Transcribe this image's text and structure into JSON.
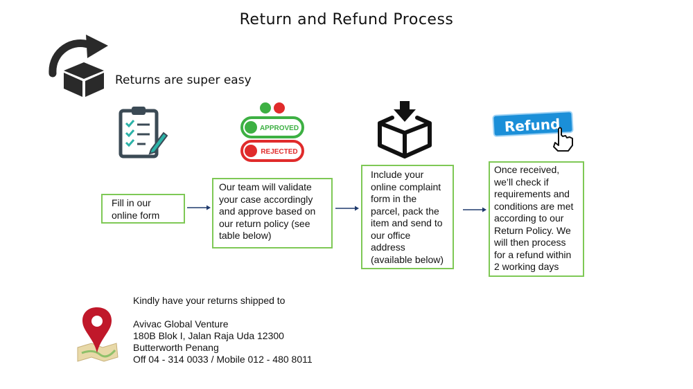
{
  "header": {
    "title": "Return and Refund Process"
  },
  "intro": {
    "tagline": "Returns are super easy",
    "icon": "box-return-arrow-icon"
  },
  "steps": [
    {
      "icon": "checklist-clipboard-icon",
      "text": "Fill in our online form"
    },
    {
      "icon": "approved-rejected-badges-icon",
      "badge_approved": "APPROVED",
      "badge_rejected": "REJECTED",
      "text": "Our team will validate your case accordingly and approve based on our return policy (see table below)"
    },
    {
      "icon": "box-download-icon",
      "text": "Include your online complaint form in the parcel, pack the item and send to our office address (available below)"
    },
    {
      "icon": "refund-button-icon",
      "badge_refund": "Refund",
      "text": "Once received, we’ll check if requirements and conditions are met according to our Return Policy. We will then process for a refund within 2 working days"
    }
  ],
  "shipping": {
    "icon": "map-pin-icon",
    "intro": "Kindly have your returns shipped to",
    "company": "Avivac Global Venture",
    "address_line1": "180B Blok I, Jalan Raja Uda 12300",
    "address_line2": "Butterworth Penang",
    "contact": "Off 04 - 314 0033 / Mobile 012 - 480 8011"
  },
  "colors": {
    "box_border": "#7ec855",
    "arrow": "#1f3a6d",
    "pin": "#c0182a",
    "refund_blue": "#1b8fd8"
  }
}
